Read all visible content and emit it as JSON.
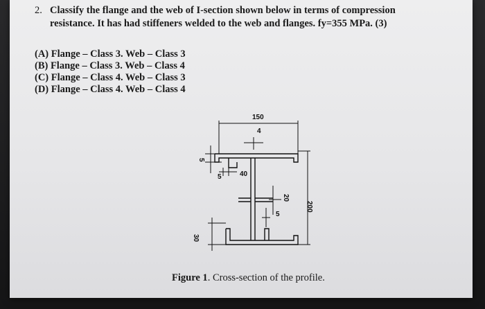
{
  "question": {
    "number": "2.",
    "line1": "Classify the flange and the web of I-section shown below in terms of compression",
    "line2": "resistance. It has had stiffeners welded to the web and flanges. fy=355 MPa. (3)"
  },
  "options": [
    {
      "label": "(A) Flange – Class 3. Web – Class 3"
    },
    {
      "label": "(B) Flange – Class 3. Web – Class 4"
    },
    {
      "label": "(C) Flange – Class 4. Web – Class 3"
    },
    {
      "label": "(D) Flange – Class 4. Web – Class 4"
    }
  ],
  "figure": {
    "dimensions": {
      "flange_width": "150",
      "flange_thickness": "4",
      "stiffener_lip_top": "5",
      "lip_width_label": "5",
      "stiffener_depth": "40",
      "web_stiffener_offset": "20",
      "web_thickness": "5",
      "overall_depth": "200",
      "bottom_lip": "30"
    },
    "caption_bold": "Figure 1",
    "caption_text": ". Cross-section of the profile."
  }
}
